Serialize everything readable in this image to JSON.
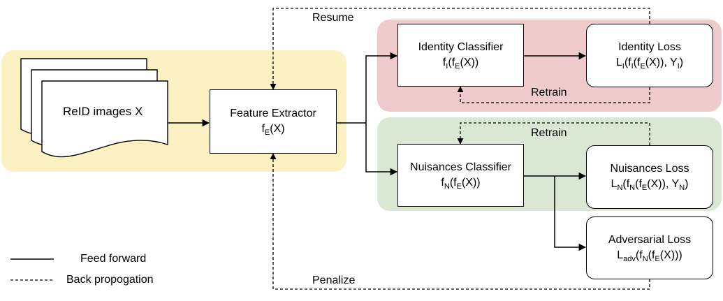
{
  "nodes": {
    "reid_images": {
      "label": "ReID images X"
    },
    "feature_extractor": {
      "title": "Feature Extractor",
      "f": "f",
      "E": "E",
      "rest": "(X)"
    },
    "identity_classifier": {
      "title": "Identity Classifier",
      "f": "f",
      "I": "I",
      "open": "(f",
      "E": "E",
      "close": "(X))"
    },
    "identity_loss": {
      "title": "Identity Loss",
      "L": "L",
      "I1": "I",
      "part1": "(f",
      "I2": "I",
      "part2": "(f",
      "E": "E",
      "part3": "(X)), Y",
      "I3": "I",
      "part4": ")"
    },
    "nuisances_classifier": {
      "title": "Nuisances Classifier",
      "f": "f",
      "N": "N",
      "open": "(f",
      "E": "E",
      "close": "(X))"
    },
    "nuisances_loss": {
      "title": "Nuisances Loss",
      "L": "L",
      "N1": "N",
      "part1": "(f",
      "N2": "N",
      "part2": "(f",
      "E": "E",
      "part3": "(X)), Y",
      "N3": "N",
      "part4": ")"
    },
    "adversarial_loss": {
      "title": "Adversarial Loss",
      "L": "L",
      "adv": "adv",
      "part1": "(f",
      "N": "N",
      "part2": "(f",
      "E": "E",
      "part3": "(X)))"
    }
  },
  "edge_labels": {
    "resume": "Resume",
    "retrain_identity": "Retrain",
    "retrain_nuisance": "Retrain",
    "penalize": "Penalize"
  },
  "legend": {
    "feed_forward": "Feed forward",
    "back_propagation": "Back propogation"
  }
}
